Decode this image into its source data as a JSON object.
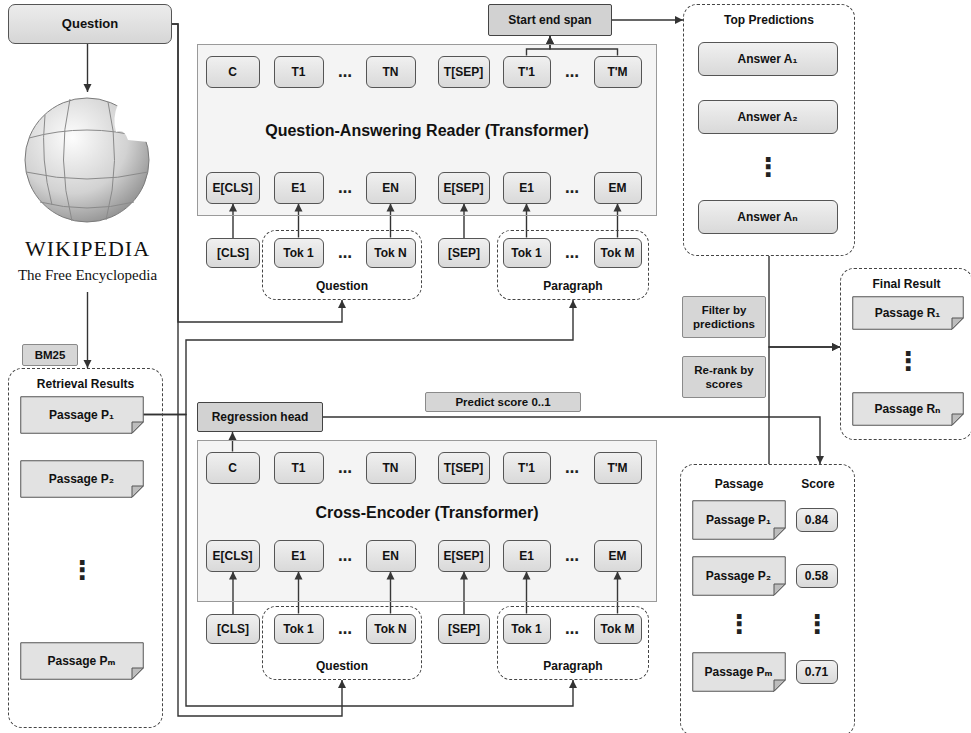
{
  "diagram": {
    "nodes": [
      {
        "text": [
          "Question"
        ]
      },
      {
        "text": [
          "Start end span"
        ]
      },
      {
        "text": [
          "Top Predictions"
        ]
      },
      {
        "text": [
          "Answer A₁"
        ],
        "in": 2
      },
      {
        "text": [
          "Answer A₂"
        ],
        "in": 2
      },
      {
        "text": [
          "Answer Aₙ"
        ],
        "in": 2
      },
      {
        "text": [
          "Question-Answering Reader (Transformer)"
        ]
      },
      {
        "text": [
          "C"
        ],
        "in": 6
      },
      {
        "text": [
          "T1"
        ],
        "in": 6
      },
      {
        "text": [
          "TN"
        ],
        "in": 6
      },
      {
        "text": [
          "T[SEP]"
        ],
        "in": 6
      },
      {
        "text": [
          "T'1"
        ],
        "in": 6
      },
      {
        "text": [
          "T'M"
        ],
        "in": 6
      },
      {
        "text": [
          "E[CLS]"
        ],
        "in": 6
      },
      {
        "text": [
          "E1"
        ],
        "in": 6
      },
      {
        "text": [
          "EN"
        ],
        "in": 6
      },
      {
        "text": [
          "E[SEP]"
        ],
        "in": 6
      },
      {
        "text": [
          "E1"
        ],
        "in": 6
      },
      {
        "text": [
          "EM"
        ],
        "in": 6
      },
      {
        "text": [
          "[CLS]"
        ]
      },
      {
        "text": [
          "Question"
        ]
      },
      {
        "text": [
          "Tok 1"
        ],
        "in": 20
      },
      {
        "text": [
          "Tok N"
        ],
        "in": 20
      },
      {
        "text": [
          "[SEP]"
        ]
      },
      {
        "text": [
          "Paragraph"
        ]
      },
      {
        "text": [
          "Tok 1"
        ],
        "in": 24
      },
      {
        "text": [
          "Tok M"
        ],
        "in": 24
      },
      {
        "text": [
          "WIKIPEDIA",
          "The Free Encyclopedia"
        ]
      },
      {
        "text": [
          "BM25"
        ]
      },
      {
        "text": [
          "Filter by predictions"
        ]
      },
      {
        "text": [
          "Re-rank by scores"
        ]
      },
      {
        "text": [
          "Final Result"
        ]
      },
      {
        "text": [
          "Passage R₁"
        ],
        "in": 31
      },
      {
        "text": [
          "Passage Rₙ"
        ],
        "in": 31
      },
      {
        "text": [
          "Regression head"
        ]
      },
      {
        "text": [
          "Predict score 0..1"
        ]
      },
      {
        "text": [
          "Retrieval Results"
        ]
      },
      {
        "text": [
          "Passage P₁"
        ],
        "in": 36
      },
      {
        "text": [
          "Passage P₂"
        ],
        "in": 36
      },
      {
        "text": [
          "Passage Pₘ"
        ],
        "in": 36
      },
      {
        "text": [
          "Cross-Encoder (Transformer)"
        ]
      },
      {
        "text": [
          "C"
        ],
        "in": 40
      },
      {
        "text": [
          "T1"
        ],
        "in": 40
      },
      {
        "text": [
          "TN"
        ],
        "in": 40
      },
      {
        "text": [
          "T[SEP]"
        ],
        "in": 40
      },
      {
        "text": [
          "T'1"
        ],
        "in": 40
      },
      {
        "text": [
          "T'M"
        ],
        "in": 40
      },
      {
        "text": [
          "E[CLS]"
        ],
        "in": 40
      },
      {
        "text": [
          "E1"
        ],
        "in": 40
      },
      {
        "text": [
          "EN"
        ],
        "in": 40
      },
      {
        "text": [
          "E[SEP]"
        ],
        "in": 40
      },
      {
        "text": [
          "E1"
        ],
        "in": 40
      },
      {
        "text": [
          "EM"
        ],
        "in": 40
      },
      {
        "text": [
          "[CLS]"
        ]
      },
      {
        "text": [
          "Question"
        ]
      },
      {
        "text": [
          "Tok 1"
        ],
        "in": 54
      },
      {
        "text": [
          "Tok N"
        ],
        "in": 54
      },
      {
        "text": [
          "[SEP]"
        ]
      },
      {
        "text": [
          "Paragraph"
        ]
      },
      {
        "text": [
          "Tok 1"
        ],
        "in": 58
      },
      {
        "text": [
          "Tok M"
        ],
        "in": 58
      },
      {
        "text": [
          "Passage",
          "Score"
        ]
      },
      {
        "text": [
          "Passage P₁"
        ],
        "in": 61
      },
      {
        "text": [
          "0.84"
        ],
        "in": 61
      },
      {
        "text": [
          "Passage P₂"
        ],
        "in": 61
      },
      {
        "text": [
          "0.58"
        ],
        "in": 61
      },
      {
        "text": [
          "Passage Pₘ"
        ],
        "in": 61
      },
      {
        "text": [
          "0.71"
        ],
        "in": 61
      }
    ],
    "edges": [
      {
        "from": 0,
        "to": 27,
        "arrow": "to"
      },
      {
        "from": 27,
        "to": 36,
        "arrow": "to"
      },
      {
        "from": 0,
        "to": 20,
        "arrow": "to"
      },
      {
        "from": 0,
        "to": 54,
        "arrow": "to"
      },
      {
        "from": 37,
        "to": 24,
        "arrow": "to"
      },
      {
        "from": 37,
        "to": 58,
        "arrow": "to"
      },
      {
        "from": 19,
        "to": 13,
        "arrow": "to"
      },
      {
        "from": 21,
        "to": 14,
        "arrow": "to"
      },
      {
        "from": 22,
        "to": 15,
        "arrow": "to"
      },
      {
        "from": 23,
        "to": 16,
        "arrow": "to"
      },
      {
        "from": 25,
        "to": 17,
        "arrow": "to"
      },
      {
        "from": 26,
        "to": 18,
        "arrow": "to"
      },
      {
        "from": 11,
        "to": 1,
        "arrow": "to"
      },
      {
        "from": 12,
        "to": 1,
        "arrow": "to"
      },
      {
        "from": 1,
        "to": 2,
        "arrow": "to"
      },
      {
        "from": 2,
        "to": 31,
        "arrow": "to"
      },
      {
        "from": 61,
        "to": 31,
        "arrow": "to"
      },
      {
        "from": 53,
        "to": 47,
        "arrow": "to"
      },
      {
        "from": 55,
        "to": 48,
        "arrow": "to"
      },
      {
        "from": 56,
        "to": 49,
        "arrow": "to"
      },
      {
        "from": 57,
        "to": 50,
        "arrow": "to"
      },
      {
        "from": 59,
        "to": 51,
        "arrow": "to"
      },
      {
        "from": 60,
        "to": 52,
        "arrow": "to"
      },
      {
        "from": 41,
        "to": 34,
        "arrow": "to"
      },
      {
        "from": 34,
        "to": 61,
        "arrow": "to"
      }
    ],
    "labels": [
      "…",
      "…",
      "…",
      "…",
      "…",
      "…",
      "⋮",
      "⋮",
      "⋮",
      "…",
      "…",
      "…",
      "…",
      "…",
      "…",
      "⋮",
      "⋮"
    ]
  }
}
